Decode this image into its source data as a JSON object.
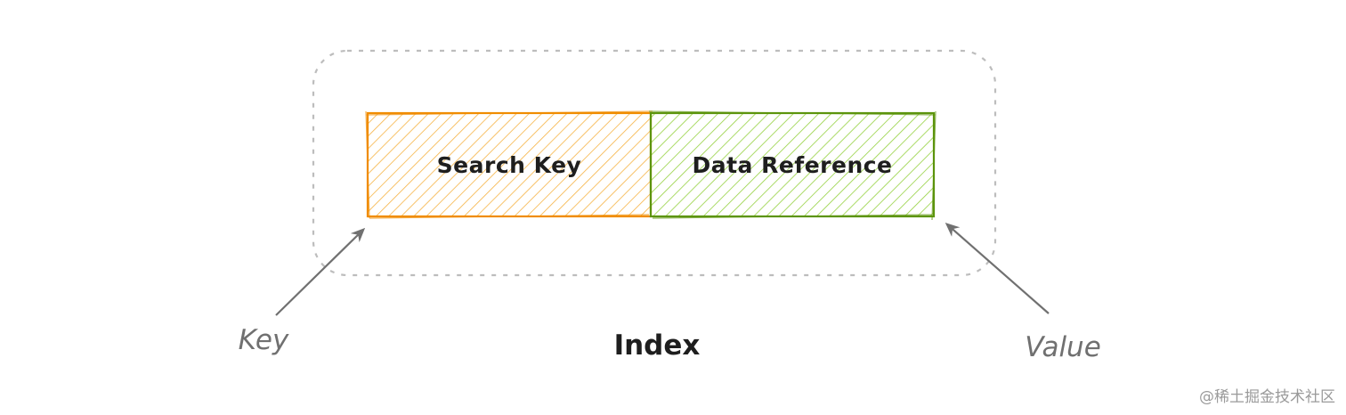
{
  "diagram": {
    "boxes": {
      "search_key": "Search Key",
      "data_reference": "Data Reference"
    },
    "labels": {
      "key": "Key",
      "value": "Value",
      "index": "Index"
    },
    "colors": {
      "search_key_stroke": "#f08c00",
      "search_key_hatch": "#f5a623",
      "data_reference_stroke": "#5c940d",
      "data_reference_hatch": "#82c91e",
      "group_outline": "#bdbdbd",
      "arrow": "#707070",
      "text": "#1e1e1e",
      "side_text": "#707070"
    }
  },
  "watermark": "@稀土掘金技术社区"
}
